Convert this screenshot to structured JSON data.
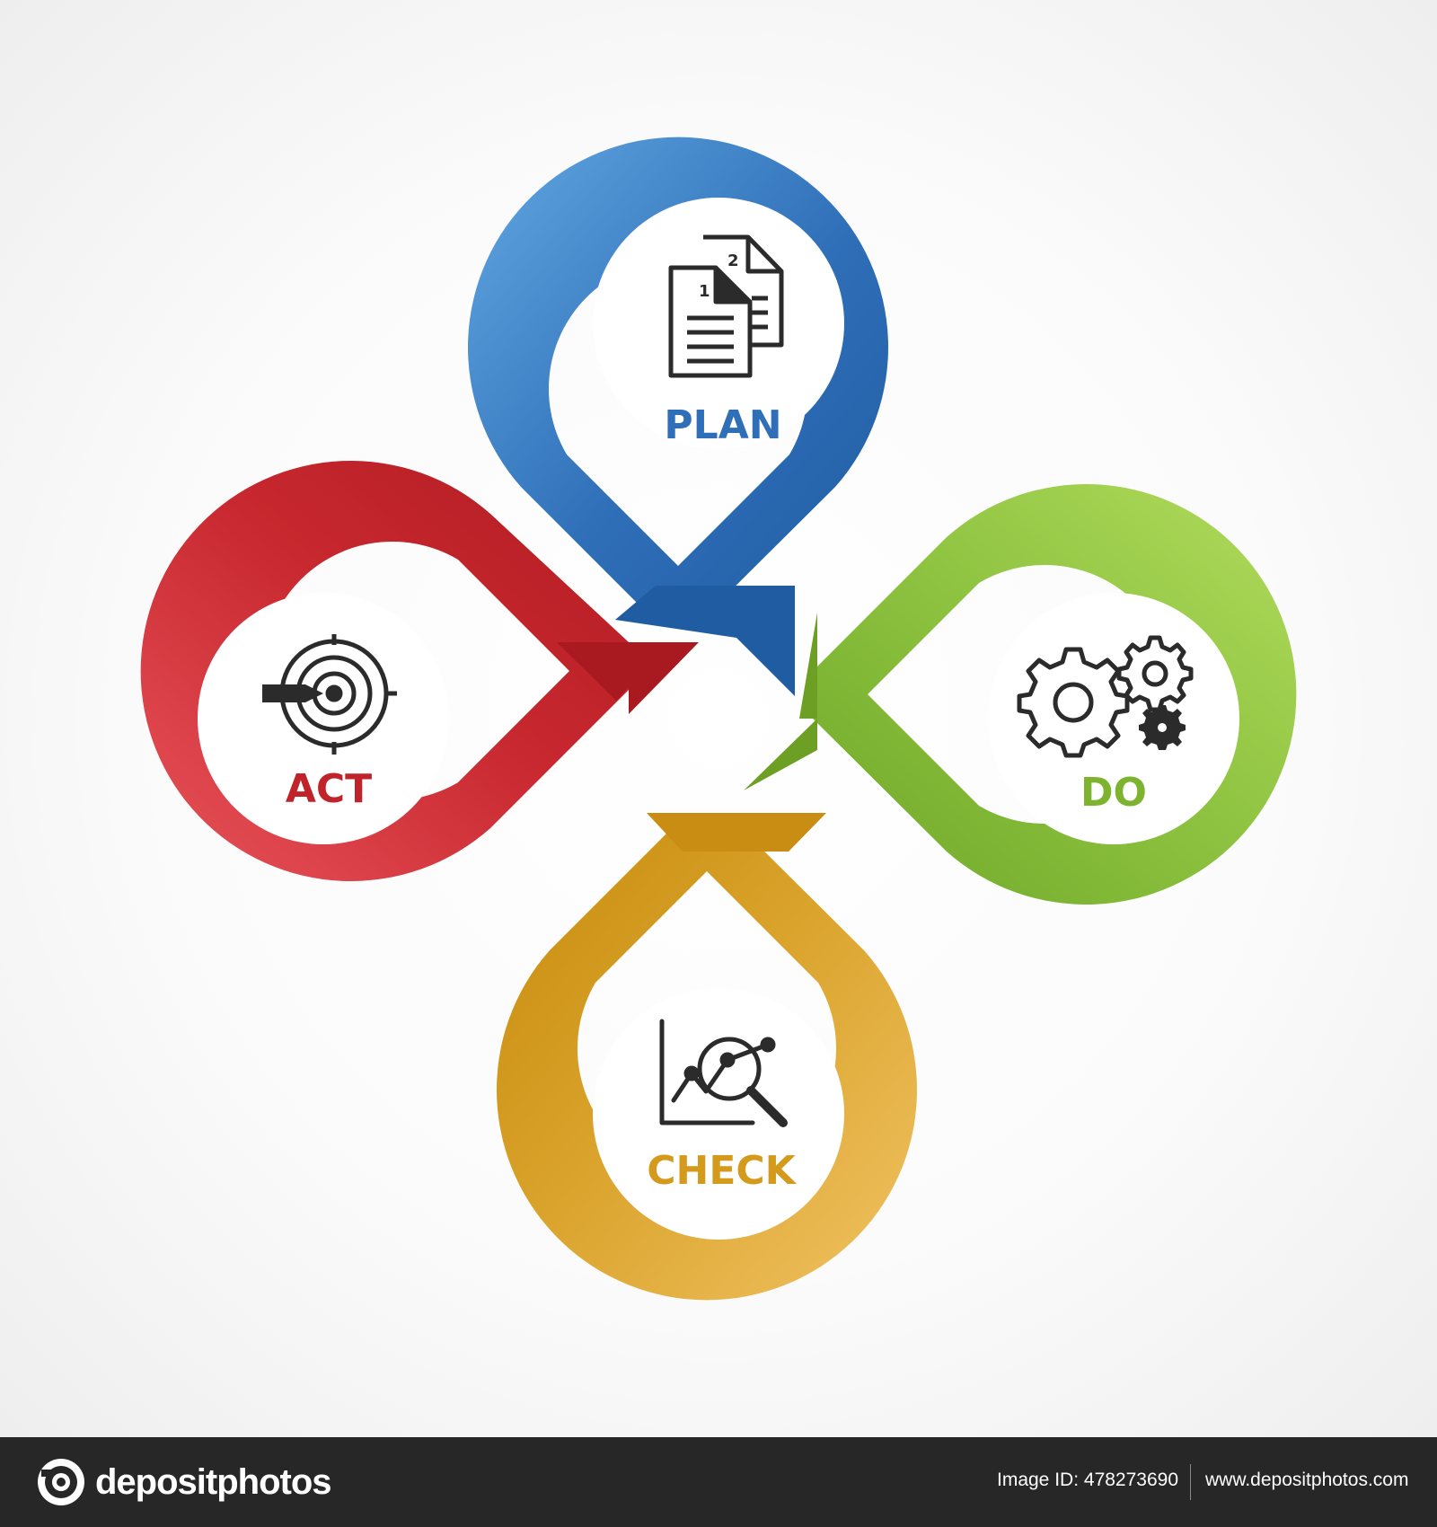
{
  "diagram": {
    "stages": [
      {
        "key": "plan",
        "label": "PLAN",
        "color": "#2f6fb8",
        "icon": "numbered-documents-icon"
      },
      {
        "key": "do",
        "label": "DO",
        "color": "#7db32e",
        "icon": "gears-icon"
      },
      {
        "key": "check",
        "label": "CHECK",
        "color": "#d49a1c",
        "icon": "chart-magnifier-icon"
      },
      {
        "key": "act",
        "label": "ACT",
        "color": "#c0232a",
        "icon": "target-icon"
      }
    ],
    "document_numbers": [
      "1",
      "2"
    ]
  },
  "footer": {
    "brand": "depositphotos",
    "image_id_label": "Image ID:",
    "image_id": "478273690",
    "url": "www.depositphotos.com"
  },
  "colors": {
    "plan": "#2f6fb8",
    "do": "#7db32e",
    "check": "#d49a1c",
    "act": "#c0232a",
    "footer_bg": "#272727",
    "icon": "#2b2b2b"
  }
}
